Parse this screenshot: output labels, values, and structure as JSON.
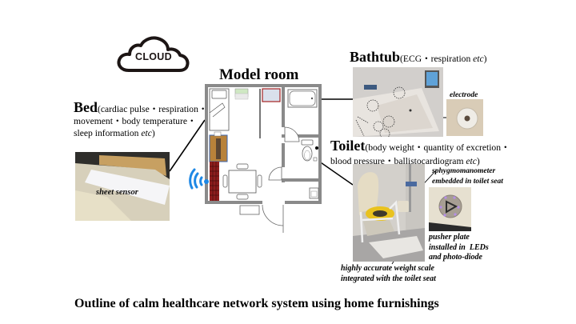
{
  "cloud": {
    "label": "CLOUD",
    "icon": "cloud-icon"
  },
  "model_room": {
    "title": "Model room",
    "icon": "floor-plan"
  },
  "wireless": {
    "icon": "wifi-signal-icon",
    "color": "#1e88e5"
  },
  "bed": {
    "title": "Bed",
    "details_prefix": "(cardiac pulse・respiration・movement・body temperature・sleep information ",
    "details_etc": "etc",
    "details_suffix": ")",
    "photo_caption": "sheet sensor"
  },
  "bathtub": {
    "title": "Bathtub",
    "details_prefix": "(ECG・respiration ",
    "details_etc": "etc",
    "details_suffix": ")",
    "inset_caption": "electrode"
  },
  "toilet": {
    "title": "Toilet",
    "details_prefix": "(body weight・quantity of excretion・blood pressure・ballistocardiogram ",
    "details_etc": "etc",
    "details_suffix": ")",
    "sphygmomanometer_caption": [
      "sphygmomanometer",
      "embedded in toilet seat"
    ],
    "pusher_caption": [
      "pusher plate",
      "installed in  LEDs",
      "and photo-diode"
    ],
    "scale_caption": [
      "highly accurate weight scale",
      "integrated with the toilet seat"
    ]
  },
  "footer": {
    "caption": "Outline of calm healthcare network system using home furnishings"
  }
}
